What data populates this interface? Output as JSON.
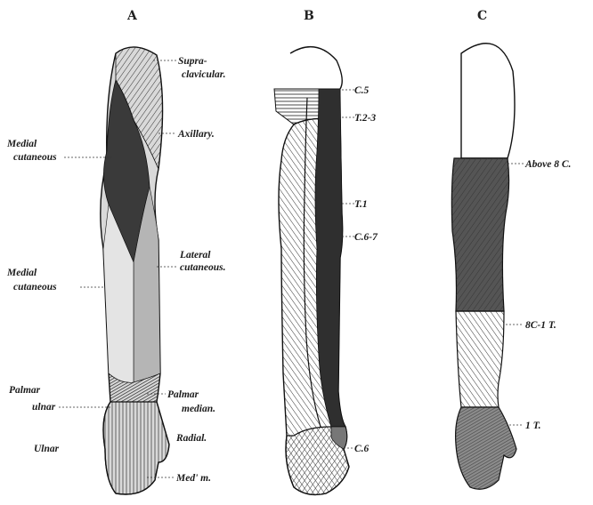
{
  "panels": [
    {
      "letter": "A",
      "labels": {
        "supraclavicular_1": "Supra-",
        "supraclavicular_2": "clavicular.",
        "axillary": "Axillary.",
        "medial_cutaneous_upper_1": "Medial",
        "medial_cutaneous_upper_2": "cutaneous",
        "medial_cutaneous_lower_1": "Medial",
        "medial_cutaneous_lower_2": "cutaneous",
        "lateral_cutaneous_1": "Lateral",
        "lateral_cutaneous_2": "cutaneous.",
        "palmar_ulnar_1": "Palmar",
        "palmar_ulnar_2": "ulnar",
        "palmar_median_1": "Palmar",
        "palmar_median_2": "median.",
        "ulnar": "Ulnar",
        "radial": "Radial.",
        "median": "Med' m."
      }
    },
    {
      "letter": "B",
      "labels": {
        "c5": "C.5",
        "t23": "T.2-3",
        "t1": "T.1",
        "c67": "C.6-7",
        "c6": "C.6"
      }
    },
    {
      "letter": "C",
      "labels": {
        "above8c": "Above 8 C.",
        "c8t1": "8C-1 T.",
        "t1": "1 T."
      }
    }
  ],
  "colors": {
    "ink": "#1a1a1a",
    "dark_fill": "#3a3a3a",
    "mid_fill": "#9a9a9a",
    "light_fill": "#d6d6d6"
  }
}
